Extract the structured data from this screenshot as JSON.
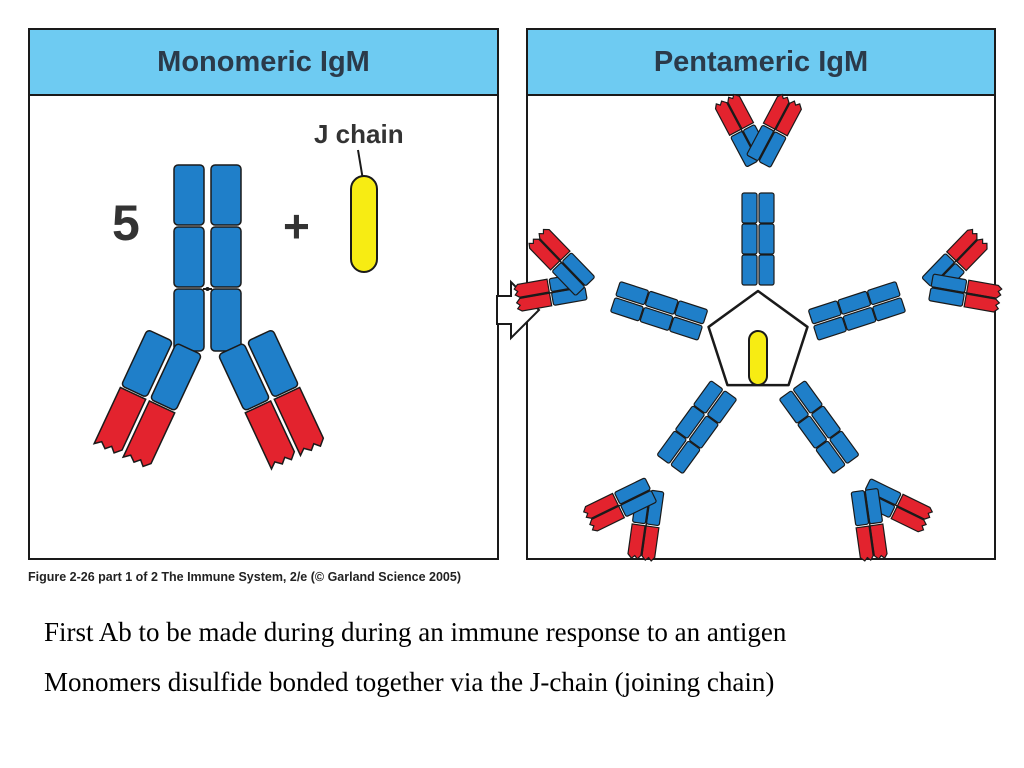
{
  "panels": {
    "left": {
      "title": "Monomeric IgM",
      "count": "5",
      "plus": "+",
      "j_chain_label": "J chain"
    },
    "right": {
      "title": "Pentameric IgM"
    }
  },
  "caption": "Figure 2-26 part 1 of 2  The Immune System, 2/e (© Garland Science 2005)",
  "bullets": [
    "First Ab to be made during during an immune response to an antigen",
    "Monomers disulfide bonded together via the J-chain (joining chain)"
  ],
  "colors": {
    "header": "#6ecbf2",
    "constant_domain": "#1f7fc9",
    "variable_domain": "#e3232e",
    "j_chain": "#f7ec13",
    "outline": "#1a1a1a"
  }
}
